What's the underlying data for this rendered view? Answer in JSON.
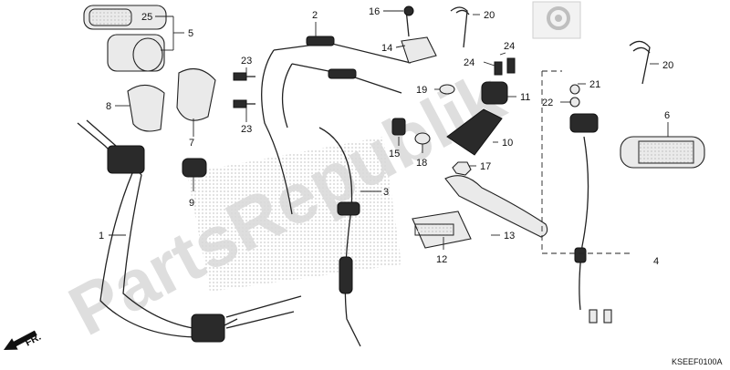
{
  "diagram_code": "KSEEF0100A",
  "direction_label": "FR.",
  "watermark": "PartsRepublik",
  "callouts": {
    "c1": "1",
    "c2": "2",
    "c3": "3",
    "c4": "4",
    "c5": "5",
    "c6": "6",
    "c7": "7",
    "c8": "8",
    "c9": "9",
    "c10": "10",
    "c11": "11",
    "c12": "12",
    "c13": "13",
    "c14": "14",
    "c15": "15",
    "c16": "16",
    "c17": "17",
    "c18": "18",
    "c19": "19",
    "c20a": "20",
    "c20b": "20",
    "c21": "21",
    "c22": "22",
    "c23a": "23",
    "c23b": "23",
    "c24a": "24",
    "c24b": "24",
    "c25": "25"
  },
  "colors": {
    "line": "#222222",
    "watermark": "#d9d9d9"
  },
  "icons": {
    "logo": "gear-icon",
    "direction": "arrow-icon"
  }
}
